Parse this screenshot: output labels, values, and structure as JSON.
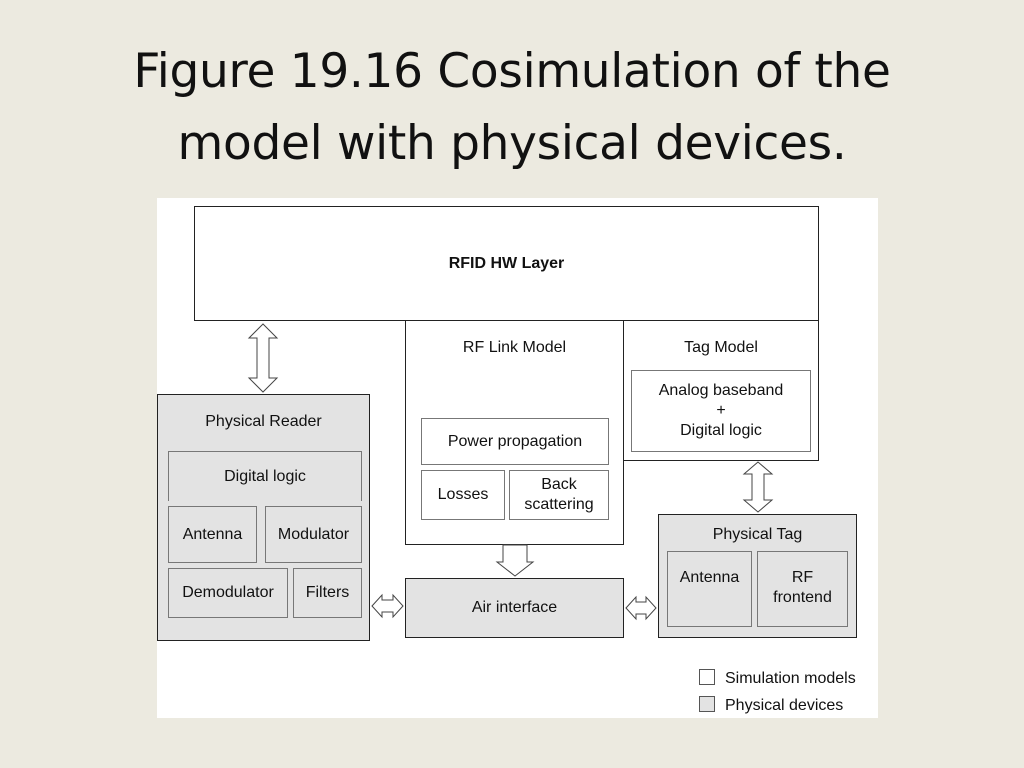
{
  "title": {
    "line1": "Figure 19.16 Cosimulation of the",
    "line2": "model with physical devices."
  },
  "diagram": {
    "hw_layer": "RFID HW Layer",
    "rf_link_model": {
      "title": "RF Link Model",
      "power": "Power propagation",
      "losses": "Losses",
      "back_line1": "Back",
      "back_line2": "scattering"
    },
    "tag_model": {
      "title": "Tag Model",
      "line1": "Analog baseband",
      "line2": "+",
      "line3": "Digital logic"
    },
    "physical_reader": {
      "title": "Physical Reader",
      "digital_logic": "Digital logic",
      "antenna": "Antenna",
      "modulator": "Modulator",
      "demodulator": "Demodulator",
      "filters": "Filters"
    },
    "air_interface": "Air interface",
    "physical_tag": {
      "title": "Physical Tag",
      "antenna": "Antenna",
      "rf_line1": "RF",
      "rf_line2": "frontend"
    },
    "legend": {
      "simulation": "Simulation models",
      "physical": "Physical devices"
    },
    "colors": {
      "simulation_fill": "#FFFFFF",
      "physical_fill": "#E3E3E3",
      "background": "#ECEAE0"
    }
  }
}
